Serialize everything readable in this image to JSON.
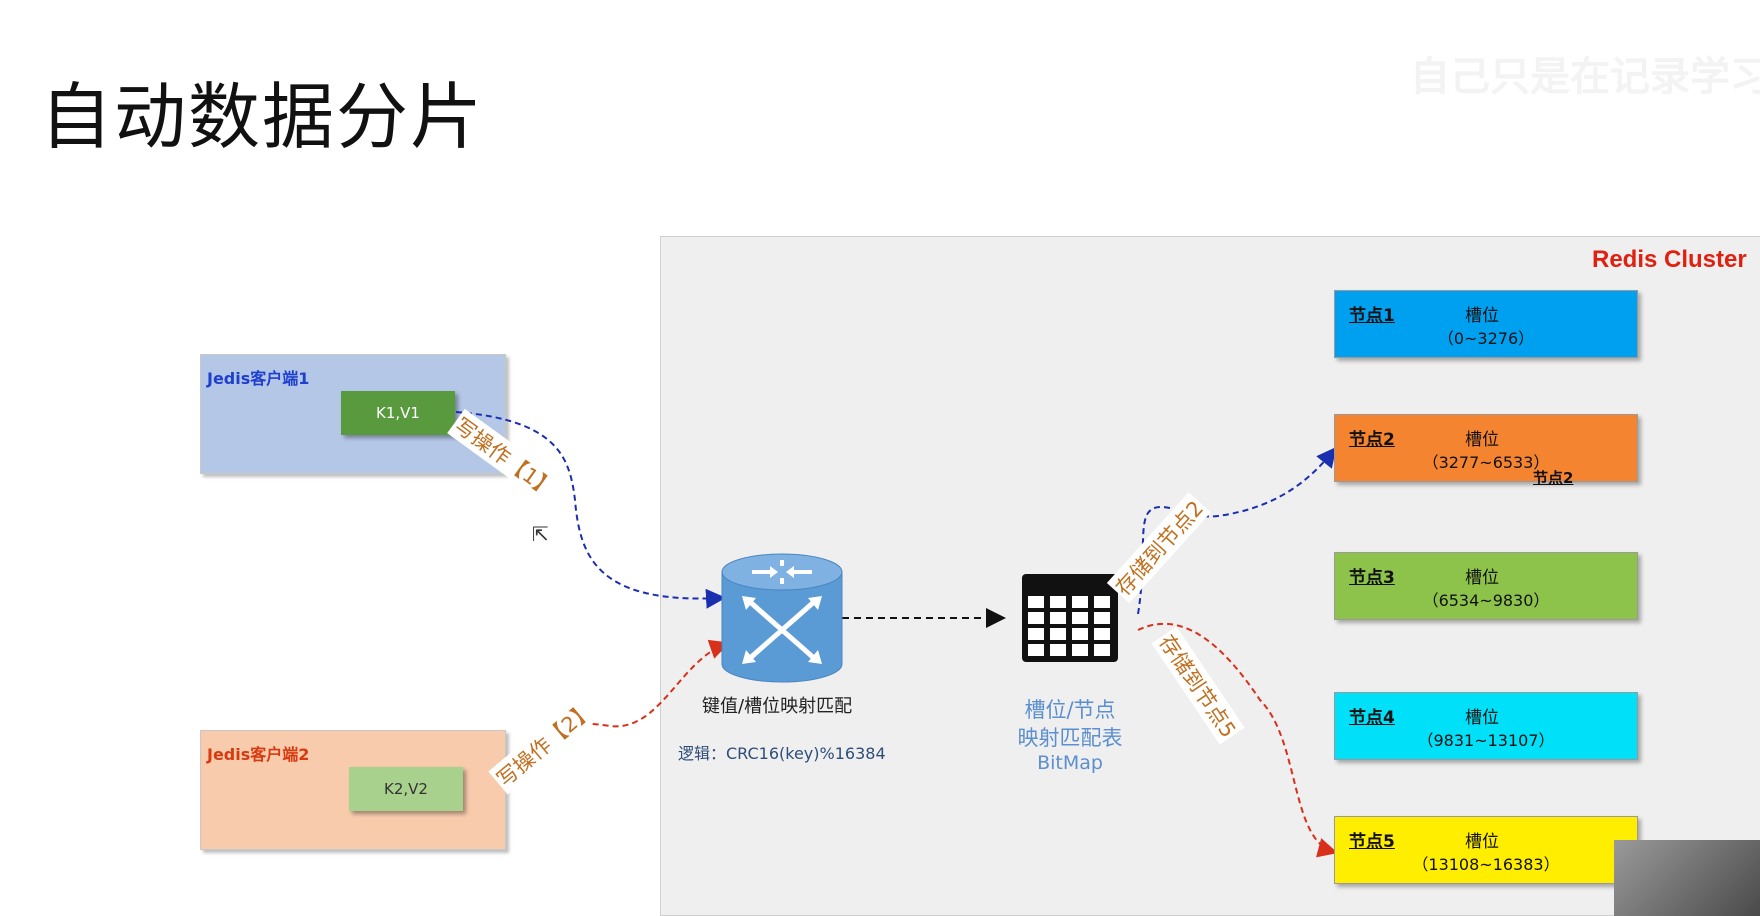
{
  "slide": {
    "title": "自动数据分片",
    "watermark": "自己只是在记录学习"
  },
  "cluster": {
    "label": "Redis Cluster"
  },
  "clients": [
    {
      "title": "Jedis客户端1",
      "kv": "K1,V1",
      "bg": "#b4c7e7",
      "title_color": "#1f3fcf",
      "kv_bg": "#5a9a3e",
      "kv_color": "#ffffff"
    },
    {
      "title": "Jedis客户端2",
      "kv": "K2,V2",
      "bg": "#f8cbad",
      "title_color": "#d83a10",
      "kv_bg": "#a9d18e",
      "kv_color": "#333333"
    }
  ],
  "operations": {
    "write1": "写操作【1】",
    "write2": "写操作【2】",
    "store2": "存储到节点2",
    "store5": "存储到节点5"
  },
  "router": {
    "icon": "router-cylinder-icon",
    "label": "键值/槽位映射匹配",
    "logic": "逻辑：CRC16(key)%16384",
    "color": "#5b9bd5"
  },
  "bitmap": {
    "icon": "table-grid-icon",
    "line1": "槽位/节点",
    "line2": "映射匹配表",
    "line3": "BitMap"
  },
  "nodes": [
    {
      "name": "节点1",
      "slot_label": "槽位",
      "range": "（0~3276）",
      "color": "#00a0f0"
    },
    {
      "name": "节点2",
      "slot_label": "槽位",
      "range": "（3277~6533）",
      "color": "#f58430",
      "extra": "节点2"
    },
    {
      "name": "节点3",
      "slot_label": "槽位",
      "range": "（6534~9830）",
      "color": "#8dc34a"
    },
    {
      "name": "节点4",
      "slot_label": "槽位",
      "range": "（9831~13107）",
      "color": "#00e0f8"
    },
    {
      "name": "节点5",
      "slot_label": "槽位",
      "range": "（13108~16383）",
      "color": "#ffee00"
    }
  ],
  "colors": {
    "arrow_blue": "#1a2fb0",
    "arrow_red": "#d8301a",
    "arrow_black": "#111111",
    "label_orange": "#c07020"
  }
}
